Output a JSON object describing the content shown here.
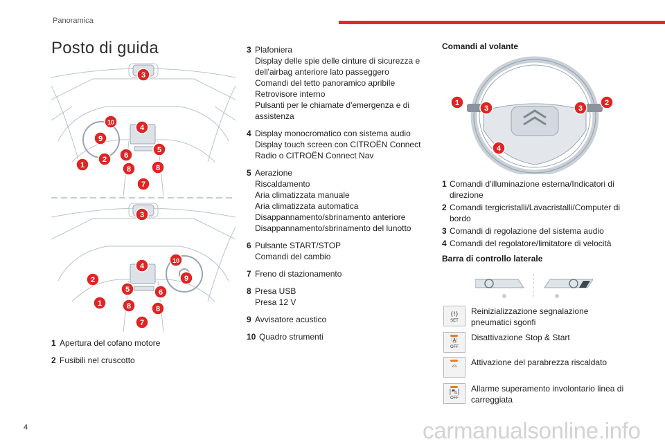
{
  "header": {
    "section": "Panoramica",
    "accent_color": "#e8262e"
  },
  "page": {
    "title": "Posto di guida",
    "number": "4"
  },
  "watermark": "carmanualsonline.info",
  "callout_color": "#e02424",
  "figures": {
    "cockpit_top": {
      "callouts": [
        "3",
        "10",
        "4",
        "9",
        "6",
        "5",
        "2",
        "1",
        "8",
        "8",
        "7"
      ]
    },
    "cockpit_bottom": {
      "callouts": [
        "3",
        "10",
        "4",
        "9",
        "2",
        "5",
        "6",
        "1",
        "8",
        "8",
        "7"
      ]
    },
    "steering_wheel": {
      "callouts": [
        "1",
        "3",
        "3",
        "2",
        "4"
      ]
    }
  },
  "left_list": [
    {
      "num": "1",
      "lines": [
        "Apertura del cofano motore"
      ]
    },
    {
      "num": "2",
      "lines": [
        "Fusibili nel cruscotto"
      ]
    }
  ],
  "middle_list": [
    {
      "num": "3",
      "lines": [
        "Plafoniera",
        "Display delle spie delle cinture di sicurezza e",
        "dell'airbag anteriore lato passeggero",
        "Comandi del tetto panoramico apribile",
        "Retrovisore interno",
        "Pulsanti per le chiamate d'emergenza e di",
        "assistenza"
      ]
    },
    {
      "num": "4",
      "lines": [
        "Display monocromatico con sistema audio",
        "Display touch screen con CITROËN Connect",
        "Radio o CITROËN Connect Nav"
      ]
    },
    {
      "num": "5",
      "lines": [
        "Aerazione",
        "Riscaldamento",
        "Aria climatizzata manuale",
        "Aria climatizzata automatica",
        "Disappannamento/sbrinamento anteriore",
        "Disappannamento/sbrinamento del lunotto"
      ]
    },
    {
      "num": "6",
      "lines": [
        "Pulsante START/STOP",
        "Comandi del cambio"
      ]
    },
    {
      "num": "7",
      "lines": [
        "Freno di stazionamento"
      ]
    },
    {
      "num": "8",
      "lines": [
        "Presa USB",
        "Presa 12 V"
      ]
    },
    {
      "num": "9",
      "lines": [
        "Avvisatore acustico"
      ]
    },
    {
      "num": "10",
      "lines": [
        "Quadro strumenti"
      ]
    }
  ],
  "steering_section": {
    "heading": "Comandi al volante",
    "items": [
      {
        "num": "1",
        "text": "Comandi d'illuminazione esterna/Indicatori di direzione"
      },
      {
        "num": "2",
        "text": "Comandi tergicristalli/Lavacristalli/Computer di bordo"
      },
      {
        "num": "3",
        "text": "Comandi di regolazione del sistema audio"
      },
      {
        "num": "4",
        "text": "Comandi del regolatore/limitatore di velocità"
      }
    ]
  },
  "side_bar_section": {
    "heading": "Barra di controllo laterale",
    "controls": [
      {
        "icon": "tyre-pressure-icon",
        "glyph": "(!)",
        "sublabel": "SET",
        "lines": [
          "Reinizializzazione segnalazione",
          "pneumatici sgonfi"
        ]
      },
      {
        "icon": "stop-start-off-icon",
        "glyph": "Ⓐ",
        "sublabel": "OFF",
        "lines": [
          "Disattivazione Stop & Start"
        ]
      },
      {
        "icon": "heated-windscreen-icon",
        "glyph": "⌓",
        "sublabel": "",
        "lines": [
          "Attivazione del parabrezza riscaldato"
        ]
      },
      {
        "icon": "lane-departure-icon",
        "glyph": "|⛍|",
        "sublabel": "OFF",
        "lines": [
          "Allarme superamento involontario linea di",
          "carreggiata"
        ]
      }
    ]
  }
}
